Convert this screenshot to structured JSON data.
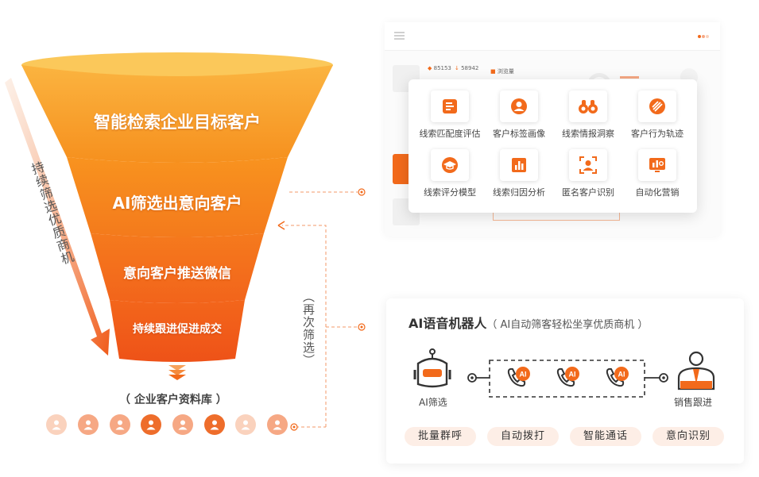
{
  "funnel": {
    "stages": [
      {
        "label": "智能检索企业目标客户"
      },
      {
        "label": "AI筛选出意向客户"
      },
      {
        "label": "意向客户推送微信"
      },
      {
        "label": "持续跟进促进成交"
      }
    ],
    "side_label": "持续筛选优质商机",
    "rescreen_label": "（再次筛选）",
    "database_label": "（ 企业客户资料库 ）"
  },
  "dashboard": {
    "stat_1": "85153",
    "stat_2": "58942",
    "stat_3": "浏览量",
    "features": [
      {
        "label": "线索匹配度评估",
        "icon": "document-icon"
      },
      {
        "label": "客户标签画像",
        "icon": "user-profile-icon"
      },
      {
        "label": "线索情报洞察",
        "icon": "binoculars-icon"
      },
      {
        "label": "客户行为轨迹",
        "icon": "track-icon"
      },
      {
        "label": "线索评分模型",
        "icon": "graduation-cap-icon"
      },
      {
        "label": "线索归因分析",
        "icon": "bar-chart-icon"
      },
      {
        "label": "匿名客户识别",
        "icon": "scan-user-icon"
      },
      {
        "label": "自动化营销",
        "icon": "marketing-icon"
      }
    ]
  },
  "robot": {
    "title": "AI语音机器人",
    "subtitle": "（ AI自动筛客轻松坐享优质商机 ）",
    "left_label": "AI筛选",
    "right_label": "销售跟进",
    "call_badge": "AI",
    "pills": [
      "批量群呼",
      "自动拨打",
      "智能通话",
      "意向识别"
    ]
  },
  "colors": {
    "accent": "#f26a1b",
    "accent_dark": "#e8541a",
    "accent_light": "#fcd2b8"
  }
}
